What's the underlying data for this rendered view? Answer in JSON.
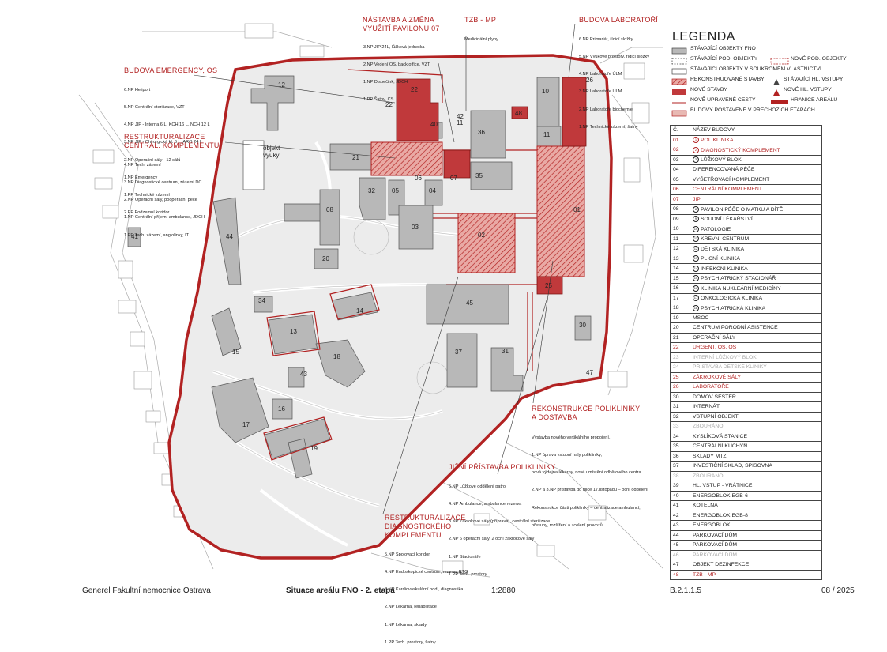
{
  "annotations": {
    "pavilon07": {
      "title": "NÁSTAVBA A ZMĚNA\nVYUŽITÍ PAVILONU 07",
      "lines": [
        "3.NP JIP 24L, lůžková jednotka",
        "2.NP Vedení OS, back office, VZT",
        "1.NP Dispečink, JDCH",
        "1.PP Šatny, CS"
      ]
    },
    "tzb": {
      "title": "TZB - MP",
      "lines": [
        "Medicinální plyny"
      ]
    },
    "laboratore": {
      "title": "BUDOVA LABORATOŘÍ",
      "lines": [
        "6.NP Primariát, řídicí složky",
        "5.NP Výukové prostory, řídicí složky",
        "4.NP Laboratoře ÚLM",
        "3.NP Laboratoře ÚLM",
        "2.NP Laboratoře biochemie",
        "1.NP Technické zázemí, šatny"
      ]
    },
    "emergency": {
      "title": "BUDOVA EMERGENCY, OS",
      "lines": [
        "6.NP Heliport",
        "5.NP Centrální sterilizace, VZT",
        "4.NP JIP - Interna 6 L, KCH 16 L, NCH 12 L",
        "3.NP JIP - Chirurgická kl. 6 L, ARO 24 L",
        "2.NP Operační sály - 12 sálů",
        "1.NP Emergency",
        "1.PP Technické zázemí",
        "2.PP Podzemní koridor"
      ]
    },
    "centralni": {
      "title": "RESTRUKTURALIZACE\nCENTRÁL. KOMPLEMENTU",
      "lines": [
        "4.NP Tech. zázemí",
        "3.NP Diagnostické centrum, zázemí DC",
        "2.NP Operační sály, pooperační péče",
        "1.NP Centrální příjem, ambulance, JDCH",
        "1.PP Tech. zázemí, angiolinky, IT"
      ]
    },
    "polikliniky": {
      "title": "REKONSTRUKCE POLIKLINIKY\nA DOSTAVBA",
      "lines": [
        "Výstavba nového vertikálního propojení,",
        "1.NP úprava vstupní haly polikliniky,",
        "nová výdejna lékárny, nové umístění odběrového centra",
        "2.NP a 3.NP přístavba do ulice 17.listopadu – oční oddělení",
        "Rekonstrukce části polikliniky – centralizace ambulancí,",
        "přesuny, rozšíření a zcelení provozů"
      ]
    },
    "jizni": {
      "title": "JIŽNÍ PŘÍSTAVBA POLIKLINIKY",
      "lines": [
        "5.NP Lůžkové oddělení patro",
        "4.NP Ambulance, ambulance rezerva",
        "3.NP Zákrokové sály (příprava), centrální sterilizace",
        "2.NP 6 operační sály, 2 oční zákrokové sály",
        "1.NP Stacionáře",
        "1.PP Tech. prostory"
      ]
    },
    "diagnosticky": {
      "title": "RESTRUKTURALIZACE\nDIAGNOSTICKÉHO\nKOMPLEMENTU",
      "lines": [
        "5.NP Spojovací koridor",
        "4.NP Endoskopické centrum, rezerva RTG",
        "3.NP Kardiovaskulární odd., diagnostika",
        "2.NP Lékárna, rehabilitace",
        "1.NP Lékárna, sklady",
        "1.PP Tech. prostory, šatny"
      ]
    }
  },
  "map_labels": {
    "objekt_vyuky": "objekt\nvýuky",
    "buildings": [
      "01",
      "02",
      "03",
      "04",
      "05",
      "06",
      "07",
      "08",
      "10",
      "11",
      "12",
      "13",
      "14",
      "15",
      "16",
      "17",
      "18",
      "19",
      "20",
      "21",
      "22",
      "25",
      "26",
      "30",
      "31",
      "32",
      "34",
      "35",
      "36",
      "37",
      "40",
      "41",
      "42",
      "43",
      "44",
      "45",
      "47",
      "48"
    ]
  },
  "legend": {
    "title": "LEGENDA",
    "items": [
      "STÁVAJÍCÍ OBJEKTY FNO",
      "STÁVAJÍCÍ POD. OBJEKTY",
      "NOVÉ POD. OBJEKTY",
      "STÁVAJÍCÍ OBJEKTY V SOUKROMÉM VLASTNICTVÍ",
      "REKONSTRUOVANÉ STAVBY",
      "STÁVAJÍCÍ HL. VSTUPY",
      "NOVÉ STAVBY",
      "NOVÉ HL. VSTUPY",
      "NOVĚ UPRAVENÉ CESTY",
      "HRANICE AREÁLU",
      "BUDOVY POSTAVENÉ V PŘECHOZÍCH ETAPÁCH"
    ]
  },
  "table": {
    "header": [
      "Č.",
      "NÁZEV BUDOVY"
    ],
    "rows": [
      {
        "num": "01",
        "name": "POLIKLINIKA",
        "style": "red",
        "marker": "1"
      },
      {
        "num": "02",
        "name": "DIAGNOSTICKÝ KOMPLEMENT",
        "style": "red",
        "marker": "2"
      },
      {
        "num": "03",
        "name": "LŮŽKOVÝ BLOK",
        "style": "",
        "marker": "3"
      },
      {
        "num": "04",
        "name": "DIFERENCOVANÁ PÉČE",
        "style": "",
        "marker": ""
      },
      {
        "num": "05",
        "name": "VYŠETŘOVACÍ KOMPLEMENT",
        "style": "",
        "marker": ""
      },
      {
        "num": "06",
        "name": "CENTRÁLNÍ KOMPLEMENT",
        "style": "red",
        "marker": ""
      },
      {
        "num": "07",
        "name": "JIP",
        "style": "red",
        "marker": ""
      },
      {
        "num": "08",
        "name": "PAVILON PÉČE O MATKU A DÍTĚ",
        "style": "",
        "marker": "8"
      },
      {
        "num": "09",
        "name": "SOUDNÍ LÉKAŘSTVÍ",
        "style": "",
        "marker": "9"
      },
      {
        "num": "10",
        "name": "PATOLOGIE",
        "style": "",
        "marker": "10"
      },
      {
        "num": "11",
        "name": "KREVNÍ CENTRUM",
        "style": "",
        "marker": "11"
      },
      {
        "num": "12",
        "name": "DĚTSKÁ KLINIKA",
        "style": "",
        "marker": "12"
      },
      {
        "num": "13",
        "name": "PLICNÍ KLINIKA",
        "style": "",
        "marker": "13"
      },
      {
        "num": "14",
        "name": "INFEKČNÍ KLINIKA",
        "style": "",
        "marker": "14"
      },
      {
        "num": "15",
        "name": "PSYCHIATRICKÝ STACIONÁŘ",
        "style": "",
        "marker": "15"
      },
      {
        "num": "16",
        "name": "KLINIKA NUKLEÁRNÍ MEDICÍNY",
        "style": "",
        "marker": "16"
      },
      {
        "num": "17",
        "name": "ONKOLOGICKÁ KLINIKA",
        "style": "",
        "marker": "17"
      },
      {
        "num": "18",
        "name": "PSYCHIATRICKÁ KLINIKA",
        "style": "",
        "marker": "18"
      },
      {
        "num": "19",
        "name": "MSOC",
        "style": "",
        "marker": ""
      },
      {
        "num": "20",
        "name": "CENTRUM PORODNÍ ASISTENCE",
        "style": "",
        "marker": ""
      },
      {
        "num": "21",
        "name": "OPERAČNÍ SÁLY",
        "style": "",
        "marker": ""
      },
      {
        "num": "22",
        "name": "URGENT, OS, OS",
        "style": "red",
        "marker": ""
      },
      {
        "num": "23",
        "name": "INTERNÍ LŮŽKOVÝ BLOK",
        "style": "grey",
        "marker": ""
      },
      {
        "num": "24",
        "name": "PŘÍSTAVBA DĚTSKÉ KLINIKY",
        "style": "grey",
        "marker": ""
      },
      {
        "num": "25",
        "name": "ZÁKROKOVÉ SÁLY",
        "style": "red",
        "marker": ""
      },
      {
        "num": "26",
        "name": "LABORATOŘE",
        "style": "red",
        "marker": ""
      },
      {
        "num": "30",
        "name": "DOMOV SESTER",
        "style": "",
        "marker": ""
      },
      {
        "num": "31",
        "name": "INTERNÁT",
        "style": "",
        "marker": ""
      },
      {
        "num": "32",
        "name": "VSTUPNÍ OBJEKT",
        "style": "",
        "marker": ""
      },
      {
        "num": "33",
        "name": "ZBOURÁNO",
        "style": "grey",
        "marker": ""
      },
      {
        "num": "34",
        "name": "KYSLÍKOVÁ STANICE",
        "style": "",
        "marker": ""
      },
      {
        "num": "35",
        "name": "CENTRÁLNÍ KUCHYŇ",
        "style": "",
        "marker": ""
      },
      {
        "num": "36",
        "name": "SKLADY MTZ",
        "style": "",
        "marker": ""
      },
      {
        "num": "37",
        "name": "INVESTIČNÍ SKLAD, SPISOVNA",
        "style": "",
        "marker": ""
      },
      {
        "num": "38",
        "name": "ZBOURÁNO",
        "style": "grey",
        "marker": ""
      },
      {
        "num": "39",
        "name": "HL. VSTUP - VRÁTNICE",
        "style": "",
        "marker": ""
      },
      {
        "num": "40",
        "name": "ENERGOBLOK EGB-6",
        "style": "",
        "marker": ""
      },
      {
        "num": "41",
        "name": "KOTELNA",
        "style": "",
        "marker": ""
      },
      {
        "num": "42",
        "name": "ENERGOBLOK EGB-8",
        "style": "",
        "marker": ""
      },
      {
        "num": "43",
        "name": "ENERGOBLOK",
        "style": "",
        "marker": ""
      },
      {
        "num": "44",
        "name": "PARKOVACÍ DŮM",
        "style": "",
        "marker": ""
      },
      {
        "num": "45",
        "name": "PARKOVACÍ DŮM",
        "style": "",
        "marker": ""
      },
      {
        "num": "46",
        "name": "PARKOVACÍ DŮM",
        "style": "grey",
        "marker": ""
      },
      {
        "num": "47",
        "name": "OBJEKT DEZINFEKCE",
        "style": "",
        "marker": ""
      },
      {
        "num": "48",
        "name": "TZB - MP",
        "style": "red",
        "marker": ""
      }
    ]
  },
  "footer": {
    "client": "Generel Fakultní nemocnice Ostrava",
    "title": "Situace areálu FNO - 2. etapa",
    "scale": "1:2880",
    "code": "B.2.1.1.5",
    "date": "08 / 2025"
  },
  "colors": {
    "red": "#b22222",
    "new_building": "#c0393b",
    "existing": "#b8b8b8",
    "pale": "#e8b9b3",
    "site": "#ebebeb"
  }
}
